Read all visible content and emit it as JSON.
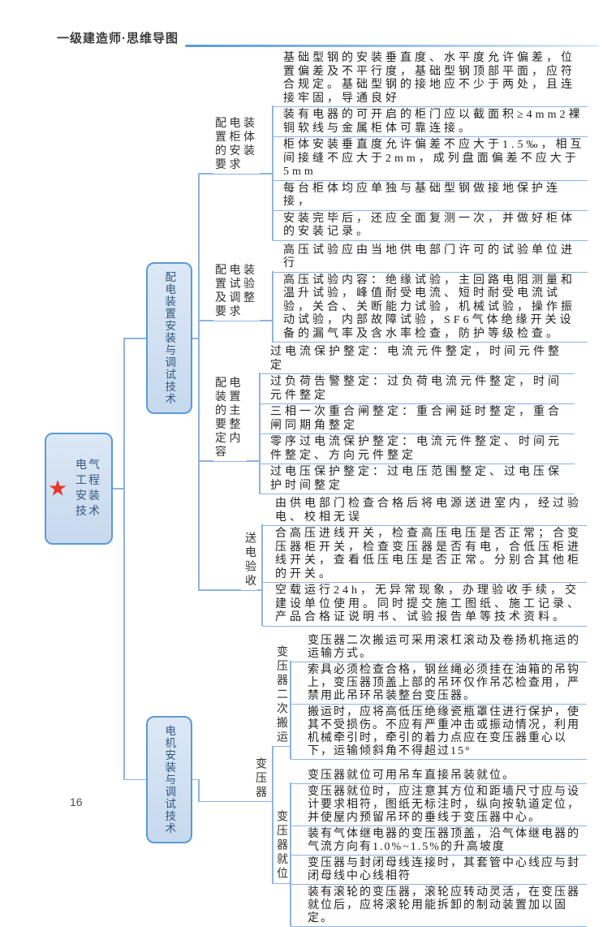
{
  "page": {
    "header": "一级建造师·思维导图",
    "page_number": "16"
  },
  "colors": {
    "connector_line": "#8FB3DE",
    "box_border": "#5B9BD5",
    "box_fill": "#CFE0F1",
    "star": "#E8362A"
  },
  "mindmap": {
    "root": {
      "label": "电气工程安装技术"
    },
    "branches": [
      {
        "label": "配电装置安装与调试技术",
        "groups": [
          {
            "label": "配电装置柜体的安装要求",
            "leaves": [
              "基础型钢的安装垂直度、水平度允许偏差，位置偏差及不平行度，基础型钢顶部平面，应符合规定。基础型钢的接地应不少于两处，且连接牢固，导通良好",
              "装有电器的可开启的柜门应以截面积≥4mm2裸铜软线与金属柜体可靠连接。",
              "柜体安装垂直度允许偏差不应大于1.5‰，相互间接缝不应大于2mm，成列盘面偏差不应大于5mm",
              "每台柜体均应单独与基础型钢做接地保护连接，",
              "安装完毕后，还应全面复测一次，并做好柜体的安装记录。"
            ]
          },
          {
            "label": "配电装置试验及调整要求",
            "leaves": [
              "高压试验应由当地供电部门许可的试验单位进行",
              "高压试验内容：绝缘试验，主回路电阻测量和温升试验，峰值耐受电流、短时耐受电流试验，关合、关断能力试验，机械试验，操作振动试验，内部故障试验，SF6气体绝缘开关设备的漏气率及含水率检查，防护等级检查。"
            ]
          },
          {
            "label": "配电装置的主要整定内容",
            "leaves": [
              "过电流保护整定：电流元件整定，时间元件整定",
              "过负荷告警整定：过负荷电流元件整定，时间元件整定",
              "三相一次重合闸整定：重合闸延时整定，重合闸同期角整定",
              "零序过电流保护整定：电流元件整定、时间元件整定、方向元件整定",
              "过电压保护整定：过电压范围整定、过电压保护时间整定"
            ]
          },
          {
            "label": "送电验收",
            "leaves": [
              "由供电部门检查合格后将电源送进室内，经过验电、校相无误",
              "合高压进线开关，检查高压电压是否正常；合变压器柜开关，检查变压器是否有电，合低压柜进线开关，查看低压电压是否正常。分别合其他柜的开关。",
              "空载运行24h，无异常现象，办理验收手续，交建设单位使用。同时提交施工图纸、施工记录、产品合格证说明书、试验报告单等技术资料。"
            ]
          }
        ]
      },
      {
        "label": "电机安装与调试技术",
        "groups": [
          {
            "label": "变压器",
            "subgroups": [
              {
                "label": "变压器二次搬运",
                "leaves": [
                  "变压器二次搬运可采用滚杠滚动及卷扬机拖运的运输方式。",
                  "索具必须检查合格，钢丝绳必须挂在油箱的吊钩上，变压器顶盖上部的吊环仅作吊芯检查用，严禁用此吊环吊装整台变压器。",
                  "搬运时，应将高低压绝缘瓷瓶罩住进行保护，使其不受损伤。不应有严重冲击或振动情况，利用机械牵引时，牵引的着力点应在变压器重心以下，运输倾斜角不得超过15°"
                ]
              },
              {
                "label": "变压器就位",
                "leaves": [
                  "变压器就位可用吊车直接吊装就位。",
                  "变压器就位时，应注意其方位和距墙尺寸应与设计要求相符，图纸无标注时，纵向按轨道定位，并使屋内预留吊环的垂线于变压器中心。",
                  "装有气体继电器的变压器顶盖，沿气体继电器的气流方向有1.0%~1.5%的升高坡度",
                  "变压器与封闭母线连接时，其套管中心线应与封闭母线中心线相符",
                  "装有滚轮的变压器，滚轮应转动灵活，在变压器就位后，应将滚轮用能拆卸的制动装置加以固定。"
                ]
              }
            ]
          }
        ]
      }
    ]
  }
}
